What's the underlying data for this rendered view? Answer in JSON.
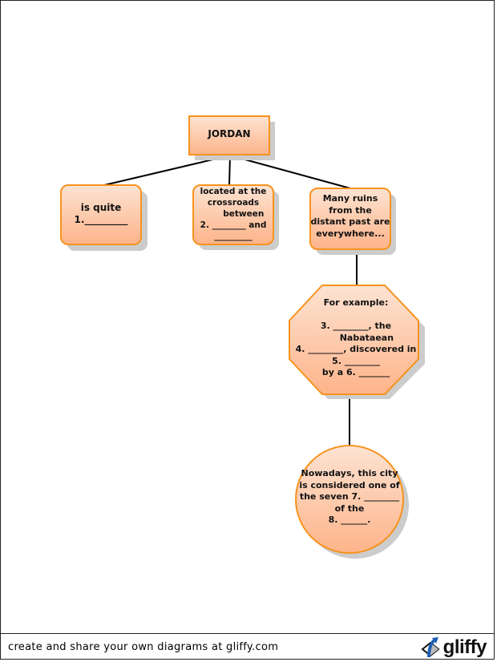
{
  "diagram": {
    "title": "JORDAN",
    "colors": {
      "fill_top": "#fde3d2",
      "fill_bottom": "#fdb48a",
      "border": "#f7931e",
      "shadow": "#cccccc",
      "connector": "#000000"
    },
    "nodes": {
      "root": {
        "shape": "rectangle",
        "text": "JORDAN"
      },
      "quite": {
        "shape": "rounded-rectangle",
        "text": "is quite\n1._________"
      },
      "crossroads": {
        "shape": "rounded-rectangle",
        "text": "located at the\ncrossroads\n       between\n2. ________ and\n_________"
      },
      "ruins": {
        "shape": "rounded-rectangle",
        "text": "Many ruins\nfrom the\ndistant past are\neverywhere..."
      },
      "example": {
        "shape": "octagon",
        "text": "For example:\n\n3. ________, the\n       Nabataean\n4. ________, discovered in\n5. ________\nby a 6. _______"
      },
      "nowadays": {
        "shape": "circle",
        "text": "Nowadays, this city\nis considered one of\nthe seven 7. ________\nof the\n8. ______."
      }
    },
    "edges": [
      {
        "from": "root",
        "to": "quite"
      },
      {
        "from": "root",
        "to": "crossroads"
      },
      {
        "from": "root",
        "to": "ruins"
      },
      {
        "from": "ruins",
        "to": "example"
      },
      {
        "from": "example",
        "to": "nowadays"
      }
    ]
  },
  "footer": {
    "text": "create and share your own diagrams at gliffy.com",
    "logo_text": "gliffy",
    "logo_icon": "gliffy-diamond-arrow-icon"
  }
}
